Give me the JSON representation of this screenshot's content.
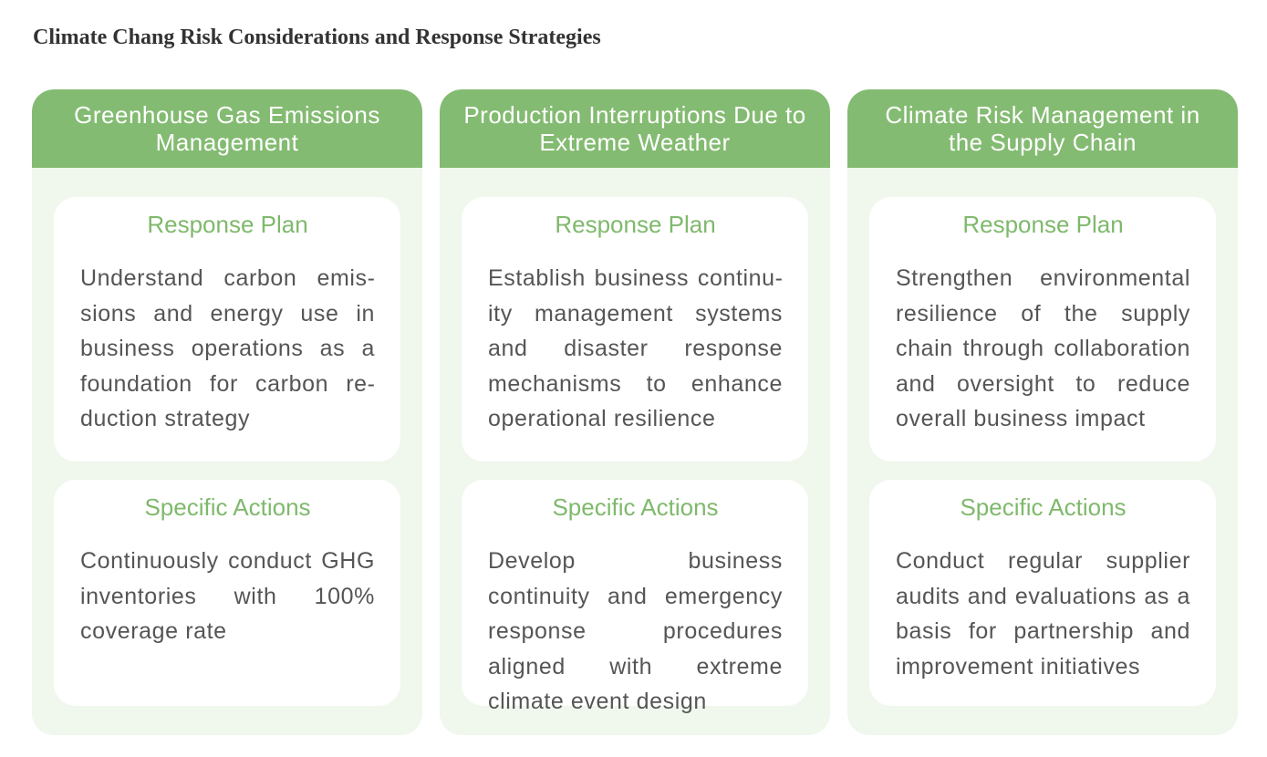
{
  "page": {
    "title": "Climate Chang Risk Considerations and Response Strategies"
  },
  "colors": {
    "header_green": "#84bb72",
    "panel_bg": "#f0f7ed",
    "heading_green": "#7fb96c",
    "body_text": "#555555"
  },
  "columns": [
    {
      "title": "Greenhouse Gas Emissions Management",
      "plan_heading": "Response Plan",
      "plan_text": "Understand carbon emis­sions and energy use in business operations as a foundation for carbon re­duction strategy",
      "actions_heading": "Specific Actions",
      "actions_text": "Continuously conduct GHG inventories with 100% coverage rate"
    },
    {
      "title": "Production Interruptions Due to Extreme Weather",
      "plan_heading": "Response Plan",
      "plan_text": "Establish business continu­ity management systems and disaster response mechanisms to enhance operational resilience",
      "actions_heading": "Specific Actions",
      "actions_text": "Develop business continuity and emergency response procedures aligned with ex­treme climate event design"
    },
    {
      "title": "Climate Risk Management in the Supply Chain",
      "plan_heading": "Response Plan",
      "plan_text": "Strengthen environmental resilience of the supply chain through collaboration and oversight to reduce overall business impact",
      "actions_heading": "Specific Actions",
      "actions_text": "Conduct regular supplier audits and evaluations as a basis for partnership and improvement initiatives"
    }
  ]
}
